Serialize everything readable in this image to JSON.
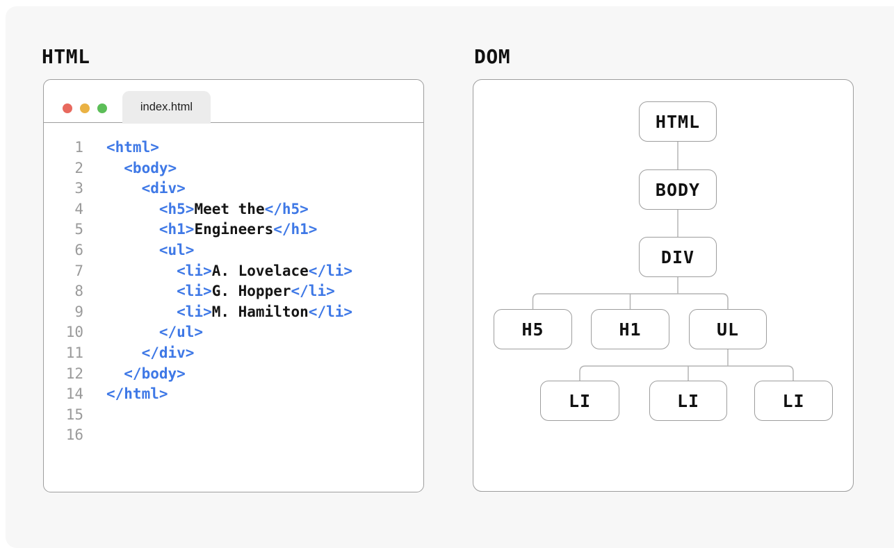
{
  "headings": {
    "left": "HTML",
    "right": "DOM"
  },
  "editor": {
    "tab_label": "index.html",
    "window_controls": [
      {
        "id": "close",
        "color": "#e8695e"
      },
      {
        "id": "minimize",
        "color": "#eab244"
      },
      {
        "id": "zoom",
        "color": "#5cbe58"
      }
    ],
    "code_lines": [
      {
        "num": "1",
        "parts": [
          {
            "k": "tag",
            "t": "<html>"
          }
        ]
      },
      {
        "num": "2",
        "parts": [
          {
            "k": "tag",
            "t": "  <body>"
          }
        ]
      },
      {
        "num": "3",
        "parts": [
          {
            "k": "tag",
            "t": "    <div>"
          }
        ]
      },
      {
        "num": "4",
        "parts": [
          {
            "k": "tag",
            "t": "      <h5>"
          },
          {
            "k": "txt",
            "t": "Meet the"
          },
          {
            "k": "tag",
            "t": "</h5>"
          }
        ]
      },
      {
        "num": "5",
        "parts": [
          {
            "k": "tag",
            "t": "      <h1>"
          },
          {
            "k": "txt",
            "t": "Engineers"
          },
          {
            "k": "tag",
            "t": "</h1>"
          }
        ]
      },
      {
        "num": "6",
        "parts": [
          {
            "k": "tag",
            "t": "      <ul>"
          }
        ]
      },
      {
        "num": "7",
        "parts": [
          {
            "k": "tag",
            "t": "        <li>"
          },
          {
            "k": "txt",
            "t": "A. Lovelace"
          },
          {
            "k": "tag",
            "t": "</li>"
          }
        ]
      },
      {
        "num": "8",
        "parts": [
          {
            "k": "tag",
            "t": "        <li>"
          },
          {
            "k": "txt",
            "t": "G. Hopper"
          },
          {
            "k": "tag",
            "t": "</li>"
          }
        ]
      },
      {
        "num": "9",
        "parts": [
          {
            "k": "tag",
            "t": "        <li>"
          },
          {
            "k": "txt",
            "t": "M. Hamilton"
          },
          {
            "k": "tag",
            "t": "</li>"
          }
        ]
      },
      {
        "num": "10",
        "parts": [
          {
            "k": "tag",
            "t": "      </ul>"
          }
        ]
      },
      {
        "num": "11",
        "parts": [
          {
            "k": "tag",
            "t": "    </div>"
          }
        ]
      },
      {
        "num": "12",
        "parts": [
          {
            "k": "tag",
            "t": "  </body>"
          }
        ]
      },
      {
        "num": "14",
        "parts": [
          {
            "k": "tag",
            "t": "</html>"
          }
        ]
      },
      {
        "num": "15",
        "parts": []
      },
      {
        "num": "16",
        "parts": []
      }
    ]
  },
  "dom_tree": {
    "nodes": [
      {
        "id": "html",
        "label": "HTML"
      },
      {
        "id": "body",
        "label": "BODY"
      },
      {
        "id": "div",
        "label": "DIV"
      },
      {
        "id": "h5",
        "label": "H5"
      },
      {
        "id": "h1",
        "label": "H1"
      },
      {
        "id": "ul",
        "label": "UL"
      },
      {
        "id": "li1",
        "label": "LI"
      },
      {
        "id": "li2",
        "label": "LI"
      },
      {
        "id": "li3",
        "label": "LI"
      }
    ],
    "edges": [
      [
        "html",
        "body"
      ],
      [
        "body",
        "div"
      ],
      [
        "div",
        "h5"
      ],
      [
        "div",
        "h1"
      ],
      [
        "div",
        "ul"
      ],
      [
        "ul",
        "li1"
      ],
      [
        "ul",
        "li2"
      ],
      [
        "ul",
        "li3"
      ]
    ]
  },
  "colors": {
    "tag_blue": "#3e78e6",
    "code_text": "#151515",
    "line_number": "#9a9a9a",
    "panel_border": "#9d9d9d",
    "connector": "#b4b4b4",
    "card_background": "#f7f7f7",
    "tab_background": "#ececec"
  }
}
